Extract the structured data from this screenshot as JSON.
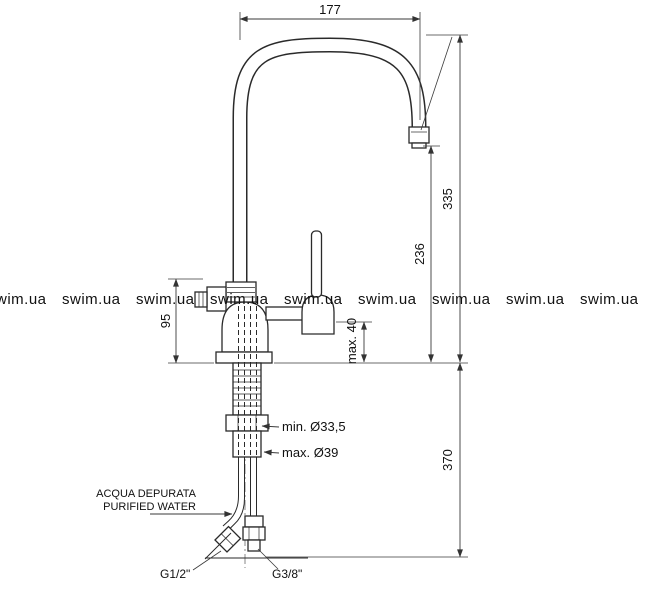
{
  "watermark": {
    "text": "swim.ua",
    "color": "#bdbdbd"
  },
  "dims": {
    "w177": "177",
    "h335": "335",
    "h236": "236",
    "h95": "95",
    "max40": "max. 40",
    "h370": "370",
    "min_d": "min. Ø33,5",
    "max_d": "max. Ø39"
  },
  "labels": {
    "purified1": "ACQUA DEPURATA",
    "purified2": "PURIFIED WATER",
    "g12": "G1/2\"",
    "g38": "G3/8\""
  }
}
